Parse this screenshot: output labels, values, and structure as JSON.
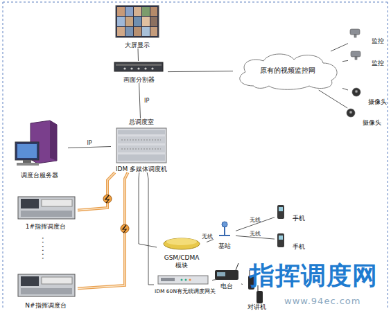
{
  "diagram": {
    "nodes": [
      {
        "text": [
          "大屏显示"
        ]
      },
      {
        "text": [
          "画面分割器"
        ]
      },
      {
        "text": [
          "原有的视频监控网"
        ]
      },
      {
        "text": [
          "监控"
        ]
      },
      {
        "text": [
          "监控"
        ]
      },
      {
        "text": [
          "摄像头"
        ]
      },
      {
        "text": [
          "摄像头"
        ]
      },
      {
        "text": [
          "总调度室",
          "IDM 多媒体调度机"
        ]
      },
      {
        "text": [
          "调度台服务器"
        ]
      },
      {
        "text": [
          "1#指挥调度台"
        ]
      },
      {
        "text": [
          "N#指挥调度台"
        ]
      },
      {
        "text": [
          "GSM/CDMA 模块"
        ]
      },
      {
        "text": [
          "基站"
        ]
      },
      {
        "text": [
          "手机"
        ]
      },
      {
        "text": [
          "手机"
        ]
      },
      {
        "text": [
          "IDM 60N有无线调度网关"
        ]
      },
      {
        "text": [
          "电台"
        ]
      },
      {
        "text": [
          "对讲机"
        ]
      }
    ],
    "edges": [
      {
        "from": 0,
        "to": 1,
        "arrow": "none"
      },
      {
        "from": 1,
        "to": 2,
        "arrow": "none"
      },
      {
        "from": 2,
        "to": 3,
        "arrow": "none"
      },
      {
        "from": 2,
        "to": 4,
        "arrow": "none"
      },
      {
        "from": 2,
        "to": 5,
        "arrow": "none"
      },
      {
        "from": 2,
        "to": 6,
        "arrow": "none"
      },
      {
        "from": 1,
        "to": 7,
        "label": "IP",
        "arrow": "none"
      },
      {
        "from": 8,
        "to": 7,
        "label": "IP",
        "arrow": "none"
      },
      {
        "from": 7,
        "to": 9,
        "arrow": "none"
      },
      {
        "from": 7,
        "to": 10,
        "arrow": "none"
      },
      {
        "from": 7,
        "to": 11,
        "arrow": "none"
      },
      {
        "from": 11,
        "to": 12,
        "label": "无线",
        "arrow": "none"
      },
      {
        "from": 12,
        "to": 13,
        "label": "无线",
        "arrow": "none"
      },
      {
        "from": 12,
        "to": 14,
        "label": "无线",
        "arrow": "none"
      },
      {
        "from": 7,
        "to": 15,
        "arrow": "none"
      },
      {
        "from": 15,
        "to": 16,
        "arrow": "none"
      },
      {
        "from": 16,
        "to": 17,
        "arrow": "none"
      }
    ],
    "labels": [
      "......",
      "指挥调度网",
      "www.94ec.com"
    ]
  }
}
